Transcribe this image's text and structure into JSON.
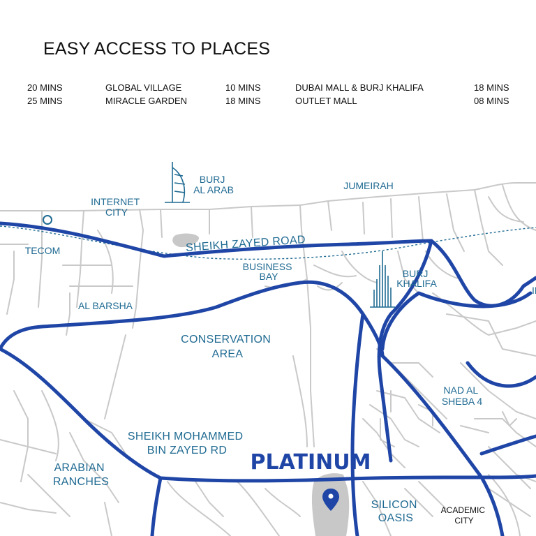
{
  "title": "EASY ACCESS TO PLACES",
  "travel_times": [
    {
      "time": "20 MINS",
      "place": "GLOBAL VILLAGE"
    },
    {
      "time": "10 MINS",
      "place": "DUBAI MALL & BURJ KHALIFA"
    },
    {
      "time": "18 MINS",
      "place": ""
    },
    {
      "time": "25 MINS",
      "place": "MIRACLE GARDEN"
    },
    {
      "time": "18 MINS",
      "place": "OUTLET MALL"
    },
    {
      "time": "08 MINS",
      "place": ""
    }
  ],
  "map": {
    "labels": {
      "internet_city": [
        "INTERNET",
        "CITY"
      ],
      "burj_al_arab": [
        "BURJ",
        "AL ARAB"
      ],
      "jumeirah": "JUMEIRAH",
      "tecom": "TECOM",
      "sheikh_zayed_road": "SHEIKH ZAYED ROAD",
      "business_bay": [
        "BUSINESS",
        "BAY"
      ],
      "burj_khalifa": [
        "BURJ",
        "KHALIFA"
      ],
      "al_barsha": "AL BARSHA",
      "conservation_area": [
        "CONSERVATION",
        "AREA"
      ],
      "nad_al_sheba": [
        "NAD AL",
        "SHEBA 4"
      ],
      "smbz_road": [
        "SHEIKH MOHAMMED",
        "BIN ZAYED RD"
      ],
      "platinum": "PLATINUM",
      "arabian_ranches": [
        "ARABIAN",
        "RANCHES"
      ],
      "silicon_oasis": [
        "SILICON",
        "OASIS"
      ],
      "academic_city": [
        "ACADEMIC",
        "CITY"
      ],
      "edge_partial": "IN"
    },
    "colors": {
      "highway": "#1f46a6",
      "minor_road": "#c9c9c9",
      "label": "#1f6a92",
      "landmark_fill": "#c8c8c8"
    },
    "icons": {
      "location_pin": "location-pin-icon",
      "burj_al_arab": "burj-al-arab-icon",
      "burj_khalifa": "burj-khalifa-icon"
    }
  }
}
